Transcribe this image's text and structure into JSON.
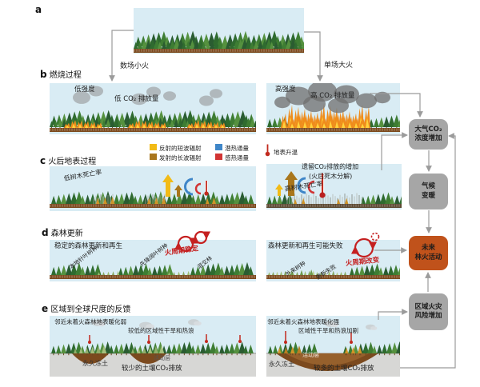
{
  "colors": {
    "sky": "#d9ecf4",
    "box_gray": "#a6a6a6",
    "box_orange": "#c0521b",
    "connector_gray": "#9b9b9b",
    "cycle_red": "#c52020"
  },
  "panel_a": {
    "letter": "a",
    "arrow_left": "数场小火",
    "arrow_right": "单场大火"
  },
  "panel_b": {
    "letter": "b",
    "title": "燃烧过程",
    "left": {
      "intensity": "低强度",
      "emission": "低 CO₂ 排放量"
    },
    "right": {
      "intensity": "高强度",
      "emission": "高 CO₂ 排放量"
    }
  },
  "panel_c": {
    "letter": "c",
    "title": "火后地表过程",
    "legend": [
      {
        "label": "反射的短波辐射",
        "color": "#f2bb16"
      },
      {
        "label": "发射的长波辐射",
        "color": "#a9761c"
      },
      {
        "label": "潜热通量",
        "color": "#3f86c8"
      },
      {
        "label": "感热通量",
        "color": "#d13434"
      },
      {
        "label": "地表升温"
      }
    ],
    "left": {
      "mortality": "低树木死亡率"
    },
    "right": {
      "legacy1": "遗留CO₂排放的增加",
      "legacy2": "(火后死木分解)",
      "mortality": "高树木死亡率"
    }
  },
  "panel_d": {
    "letter": "d",
    "title": "森林更新",
    "left": {
      "caption": "稳定的森林更新和再生",
      "cycle_label": "火周期稳定",
      "tree_labels": [
        "本地针叶树种",
        "先锋阔叶树种",
        "混交林"
      ]
    },
    "right": {
      "caption": "森林更新和再生可能失败",
      "cycle_label": "火周期改变",
      "tree_labels": [
        "外来树种",
        "更新失败"
      ]
    }
  },
  "panel_e": {
    "letter": "e",
    "title": "区域到全球尺度的反馈",
    "left": {
      "warming": "邻近未着火森林地表暖化弱",
      "drought": "较低的区域性干旱和热浪",
      "permafrost": "永久冻土",
      "active_layer": "活动层",
      "soil": "较少的土壤CO₂排放"
    },
    "right": {
      "warming": "邻近未着火森林地表暖化强",
      "drought": "区域性干旱和热浪加剧",
      "permafrost": "永久冻土",
      "active_layer": "活动层",
      "soil": "较多的土壤CO₂排放"
    }
  },
  "flow": {
    "co2": {
      "line1": "大气CO₂",
      "line2": "浓度增加",
      "color": "#a6a6a6"
    },
    "climate": {
      "line1": "气候",
      "line2": "变暖",
      "color": "#a6a6a6"
    },
    "future": {
      "line1": "未来",
      "line2": "林火活动",
      "color": "#c0521b"
    },
    "risk": {
      "line1": "区域火灾",
      "line2": "风险增加",
      "color": "#a6a6a6"
    }
  }
}
